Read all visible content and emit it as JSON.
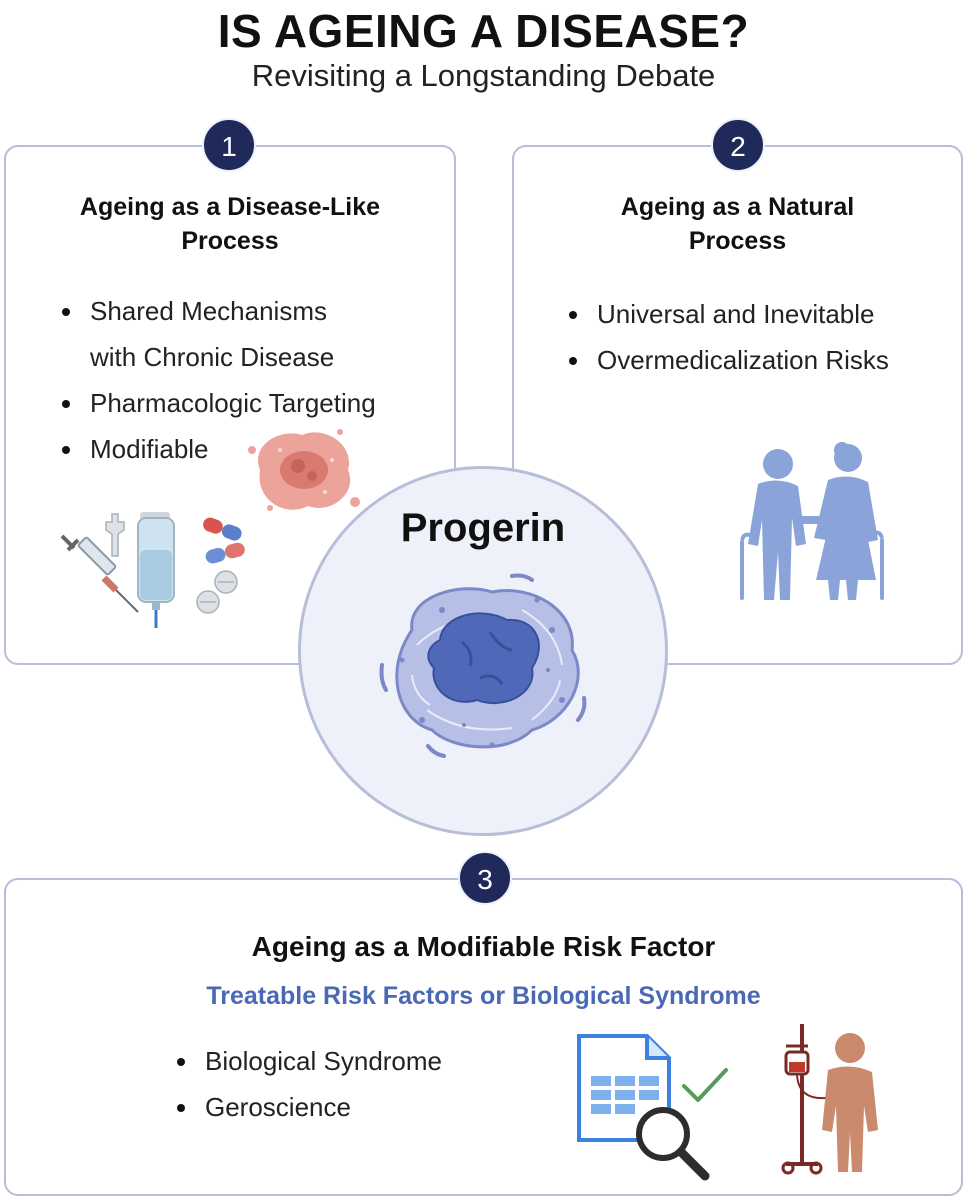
{
  "header": {
    "title": "IS AGEING A DISEASE?",
    "subtitle": "Revisiting a Longstanding Debate"
  },
  "panels": [
    {
      "number": "1",
      "heading_line1": "Ageing as a Disease-Like",
      "heading_line2": "Process",
      "bullets": [
        "Shared Mechanisms",
        "with Chronic Disease",
        "Pharmacologic Targeting",
        "Modifiable"
      ]
    },
    {
      "number": "2",
      "heading_line1": "Ageing as a Natural",
      "heading_line2": "Process",
      "bullets": [
        "Universal and Inevitable",
        "Overmedicalization Risks"
      ]
    },
    {
      "number": "3",
      "heading": "Ageing as a Modifiable Risk Factor",
      "subheading": "Treatable Risk Factors or Biological Syndrome",
      "bullets": [
        "Biological Syndrome",
        "Geroscience"
      ]
    }
  ],
  "center": {
    "label": "Progerin"
  },
  "icons": {
    "panel1": [
      "syringe-icon",
      "iv-bag-icon",
      "pill-capsules-icon",
      "damaged-cell-icon"
    ],
    "panel2": [
      "elderly-couple-icon"
    ],
    "panel3": [
      "spreadsheet-search-icon",
      "checkmark-icon",
      "patient-with-iv-icon"
    ],
    "center": [
      "progerin-cell-icon"
    ]
  },
  "colors": {
    "badge": "#1f2a5a",
    "panel_border": "#b8bdd8",
    "accent_blue": "#4a68b4",
    "couple": "#8aa3d8",
    "patient": "#c98a6e",
    "iv_pole": "#7a2a22",
    "check": "#5a9a58"
  }
}
